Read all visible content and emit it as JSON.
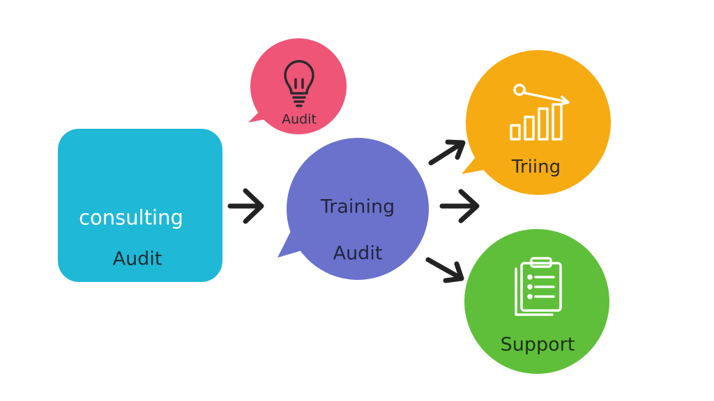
{
  "diagram": {
    "nodes": {
      "consulting": {
        "title": "consulting",
        "subtitle": "Audit",
        "color": "#1fb8d6"
      },
      "idea": {
        "label": "Audit",
        "icon": "lightbulb-icon",
        "color": "#ee5577"
      },
      "training": {
        "title": "Training",
        "subtitle": "Audit",
        "color": "#6b72cc"
      },
      "orange": {
        "label": "Triing",
        "icon": "bar-chart-trend-icon",
        "color": "#f7ab12"
      },
      "support": {
        "label": "Support",
        "icon": "clipboard-checklist-icon",
        "color": "#5fbf3a"
      }
    },
    "edges": [
      {
        "from": "consulting",
        "to": "training",
        "icon": "arrow-right-icon"
      },
      {
        "from": "training",
        "to": "orange",
        "icon": "arrow-up-right-icon"
      },
      {
        "from": "training",
        "to": "orange",
        "icon": "arrow-right-icon"
      },
      {
        "from": "training",
        "to": "support",
        "icon": "arrow-down-right-icon"
      }
    ],
    "arrow_color": "#222222"
  }
}
